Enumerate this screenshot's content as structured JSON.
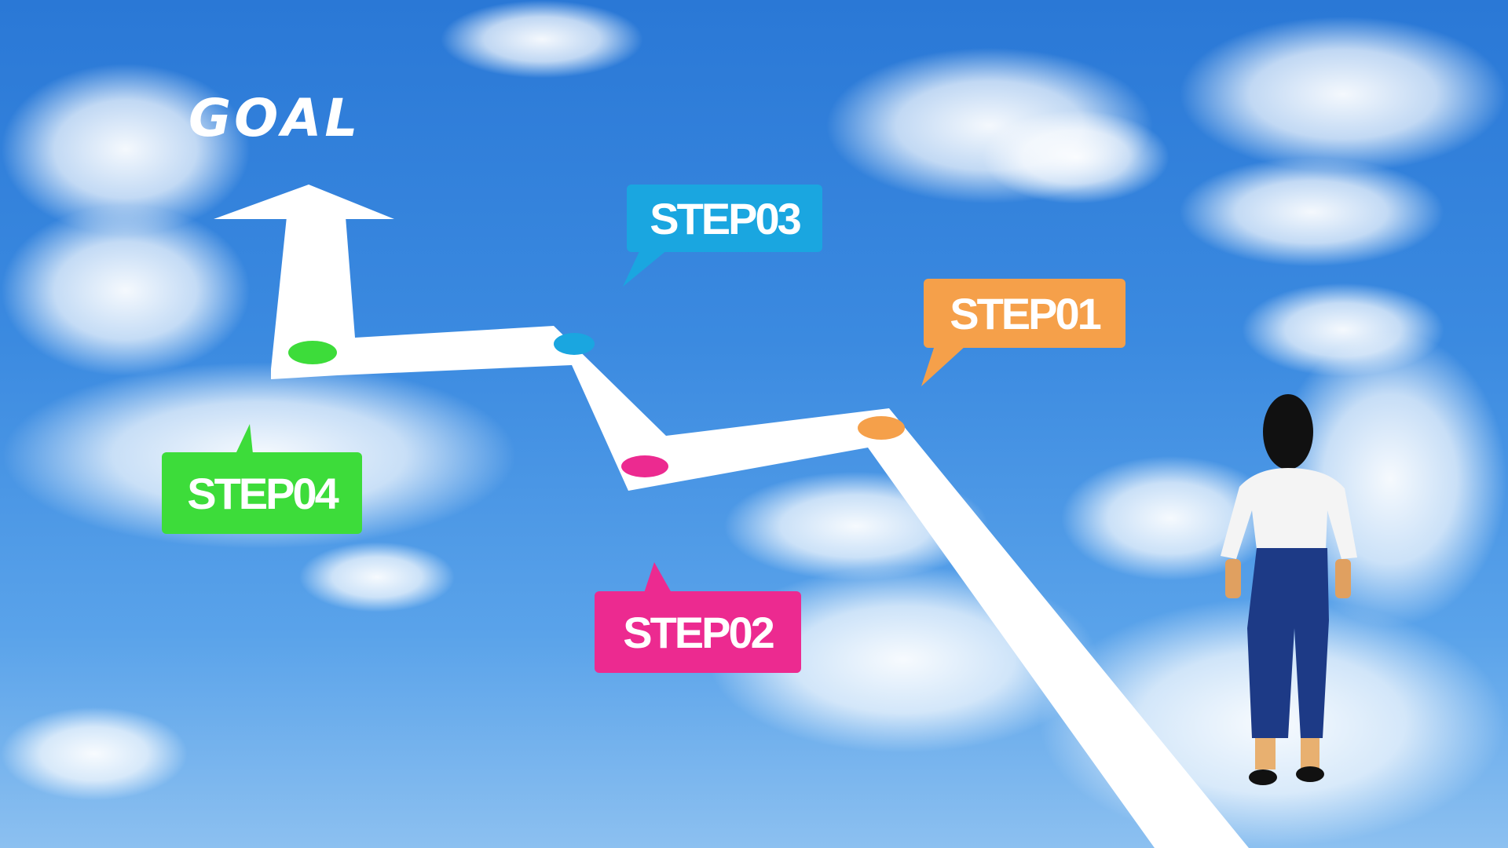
{
  "goal_label": "GOAL",
  "steps": [
    {
      "label": "STEP01",
      "color": "#f5a04a"
    },
    {
      "label": "STEP02",
      "color": "#ec2a90"
    },
    {
      "label": "STEP03",
      "color": "#1aa6e0"
    },
    {
      "label": "STEP04",
      "color": "#3ddc3a"
    }
  ],
  "colors": {
    "sky": "#2a78d6",
    "path": "#ffffff"
  }
}
